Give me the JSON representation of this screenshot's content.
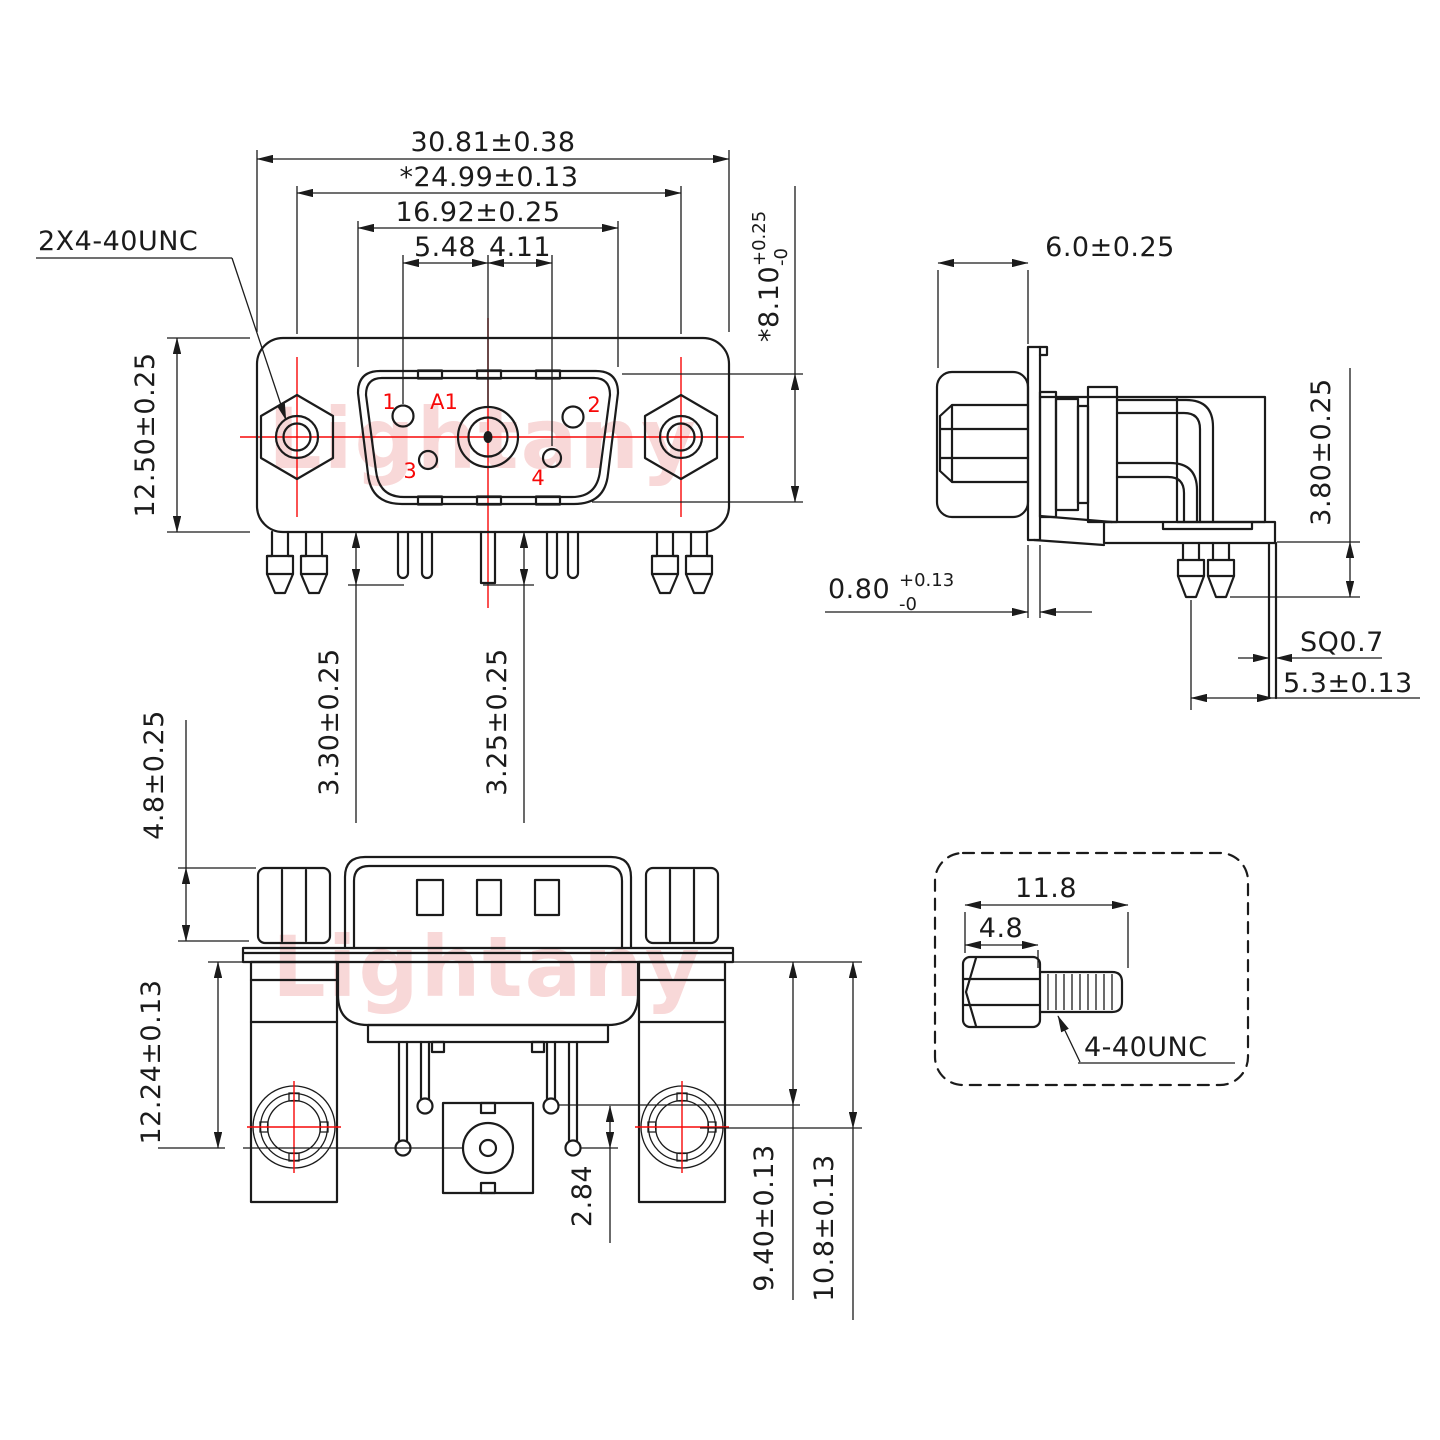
{
  "colors": {
    "line": "#1b1b1b",
    "accent": "#f70808",
    "watermark": "#f8d8d8"
  },
  "watermark": {
    "text": "Lightany"
  },
  "front_view": {
    "thread_label": "2X4-40UNC",
    "dim_outer_width": "30.81±0.38",
    "dim_screw_spacing": "*24.99±0.13",
    "dim_insert_width": "16.92±0.25",
    "dim_pin_pitch_left": "5.48",
    "dim_pin_pitch_right": "4.11",
    "dim_body_height": "12.50±0.25",
    "dim_insert_height": "*8.10",
    "dim_insert_height_tol_plus": "+0.25",
    "dim_insert_height_tol_minus": "-0",
    "dim_pin_length": "3.30±0.25",
    "dim_center_pin_length": "3.25±0.25",
    "pin_labels": {
      "p1": "1",
      "p2": "2",
      "p3": "3",
      "p4": "4",
      "center": "A1"
    }
  },
  "side_view": {
    "dim_standoff_protrusion": "6.0±0.25",
    "dim_flange_thickness": "0.80",
    "dim_flange_tol_plus": "+0.13",
    "dim_flange_tol_minus": "-0",
    "dim_lock_depth": "3.80±0.25",
    "dim_pin_square": "SQ0.7",
    "dim_pin_offset": "5.3±0.13"
  },
  "bottom_view": {
    "dim_hex_height": "4.8±0.25",
    "dim_plate_to_pin_row": "12.24±0.13",
    "dim_row_gap": "2.84",
    "dim_plate_to_upper_row": "9.40±0.13",
    "dim_plate_to_pad": "10.8±0.13"
  },
  "screw_detail": {
    "dim_total_length": "11.8",
    "dim_hex_length": "4.8",
    "thread_label": "4-40UNC"
  }
}
